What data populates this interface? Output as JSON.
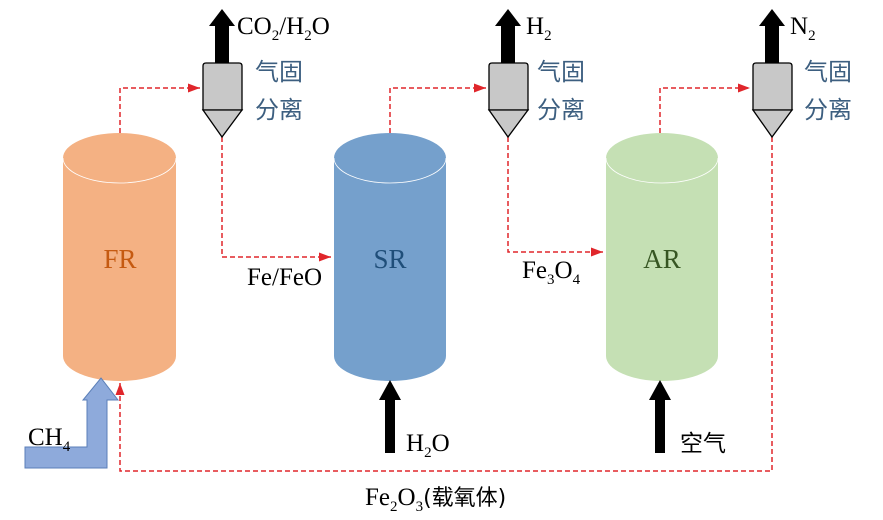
{
  "reactors": [
    {
      "id": "FR",
      "label": "FR",
      "fill": "#f4b183",
      "text_color": "#c55a11"
    },
    {
      "id": "SR",
      "label": "SR",
      "fill": "#75a0cc",
      "text_color": "#1f4e79"
    },
    {
      "id": "AR",
      "label": "AR",
      "fill": "#c5e0b4",
      "text_color": "#375623"
    }
  ],
  "separator_label": {
    "line1": "气固",
    "line2": "分离"
  },
  "outputs": {
    "fr": {
      "main": "CO",
      "sub1": "2",
      "mid": "/H",
      "sub2": "2",
      "end": "O"
    },
    "sr": {
      "main": "H",
      "sub": "2"
    },
    "ar": {
      "main": "N",
      "sub": "2"
    }
  },
  "flows": {
    "fe_feo": "Fe/FeO",
    "fe3o4": {
      "a": "Fe",
      "s1": "3",
      "b": "O",
      "s2": "4"
    },
    "fe2o3": {
      "a": "Fe",
      "s1": "2",
      "b": "O",
      "s2": "3",
      "c": "(载氧体)"
    }
  },
  "inputs": {
    "ch4": {
      "main": "CH",
      "sub": "4"
    },
    "h2o": {
      "a": "H",
      "s": "2",
      "b": "O"
    },
    "air": "空气"
  },
  "colors": {
    "dashed_flow": "#e0262b",
    "ch4_arrow": "#8eaadb",
    "separator": "#c8c8c8"
  }
}
